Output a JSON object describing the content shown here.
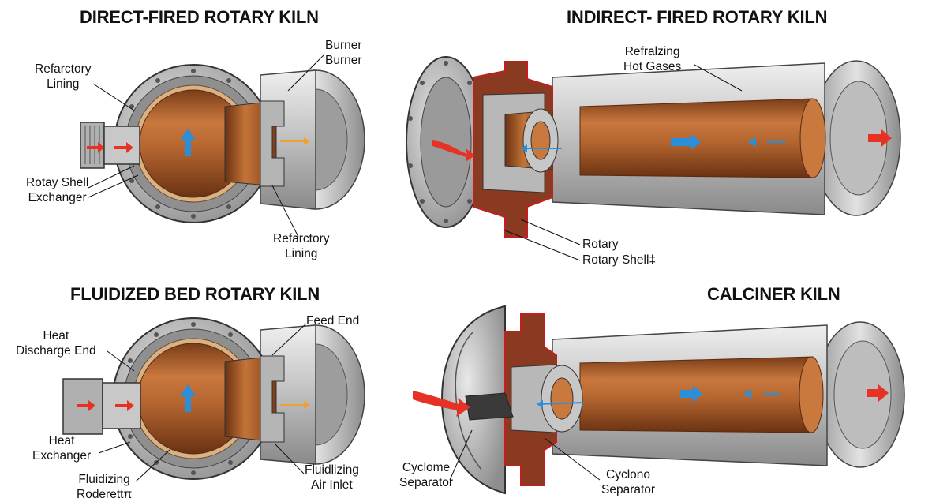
{
  "panels": {
    "direct": {
      "title": "DIRECT-FIRED ROTARY KILN",
      "labels": {
        "burner1": "Burner",
        "burner2": "Burner",
        "refractory_top": "Refarctory\nLining",
        "rotary_shell": "Rotay Shell\nExchanger",
        "refractory_bottom": "Refarctory\nLining"
      }
    },
    "indirect": {
      "title": "INDIRECT- FIRED ROTARY KILN",
      "labels": {
        "hot_gases": "Refralzing\nHot Gases",
        "rotary": "Rotary",
        "rotary_shell": "Rotary Shell‡"
      }
    },
    "fluidized": {
      "title": "FLUIDIZED BED ROTARY KILN",
      "labels": {
        "feed_end": "Feed End",
        "discharge": "Heat\nDischarge End",
        "heat_exchanger": "Heat\nExchanger",
        "air_inlet": "Fluidlizing\nAir Inlet",
        "fluidizing_bottom": "Fluidizing\nRoderettπ"
      }
    },
    "calciner": {
      "title": "CALCINER KILN",
      "labels": {
        "cyclone_left": "Cyclome\nSeparator",
        "cyclone_right": "Cyclono\nSeparator"
      }
    }
  },
  "colors": {
    "steel_light": "#d9d9d9",
    "steel_mid": "#a8a8a8",
    "steel_dark": "#6e6e6e",
    "copper_light": "#c9783e",
    "copper_dark": "#7a3d18",
    "refractory_red": "#a0361c",
    "flow_red": "#e53224",
    "flow_blue": "#2a8fd8",
    "flow_orange": "#f0a030"
  },
  "icons": [
    "arrow-right-red-icon",
    "arrow-up-blue-icon",
    "arrow-right-blue-icon",
    "arrow-left-blue-icon",
    "arrow-right-orange-icon"
  ]
}
